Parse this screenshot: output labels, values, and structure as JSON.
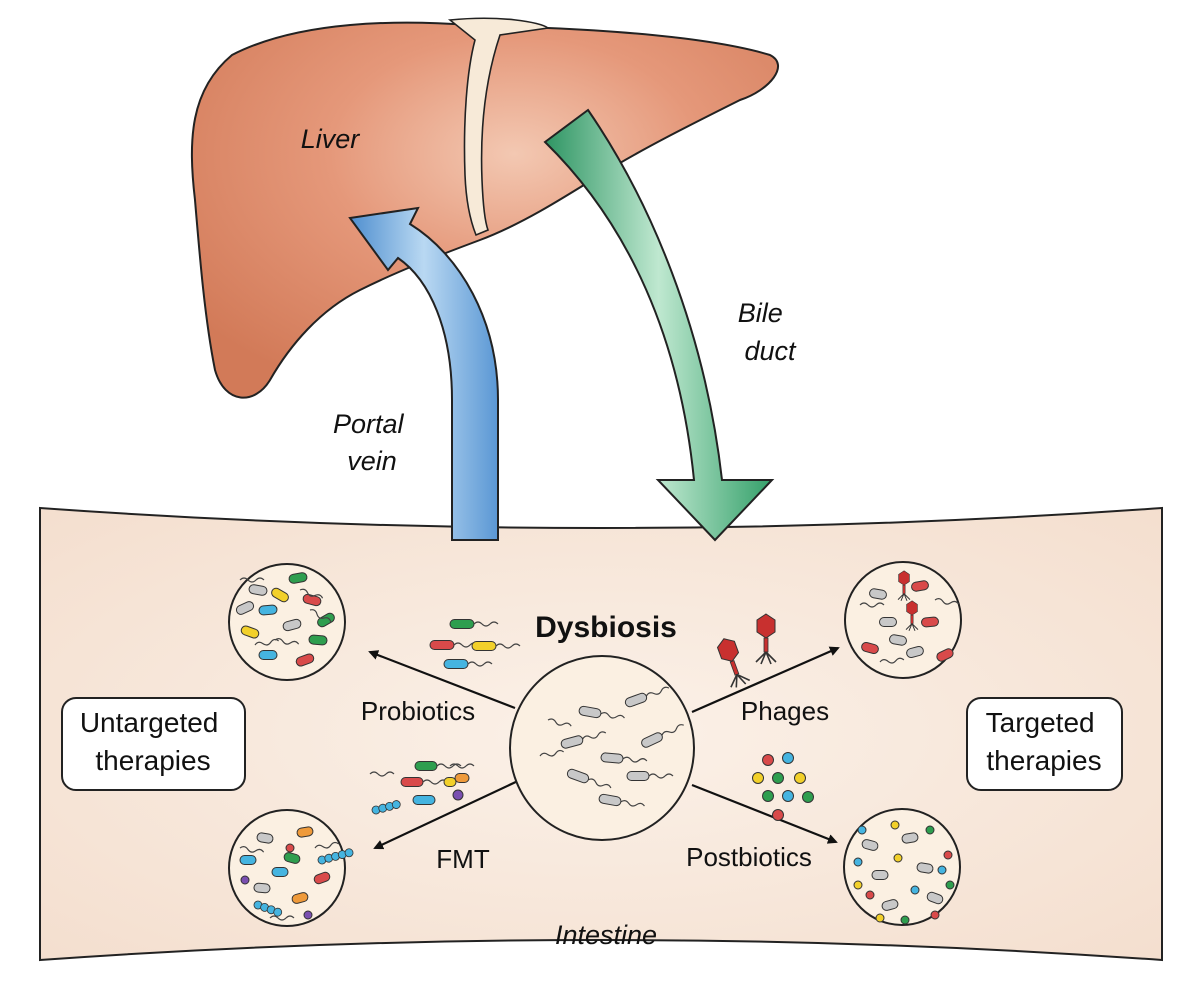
{
  "organs": {
    "liver": "Liver",
    "portal_vein_line1": "Portal",
    "portal_vein_line2": "vein",
    "bile_duct_line1": "Bile",
    "bile_duct_line2": "duct",
    "intestine": "Intestine"
  },
  "center": {
    "title": "Dysbiosis"
  },
  "groups": {
    "untargeted_line1": "Untargeted",
    "untargeted_line2": "therapies",
    "targeted_line1": "Targeted",
    "targeted_line2": "therapies"
  },
  "therapies": {
    "probiotics": "Probiotics",
    "fmt": "FMT",
    "phages": "Phages",
    "postbiotics": "Postbiotics"
  },
  "colors": {
    "liver": "#e2906e",
    "portal_vein": "#6fa8dc",
    "bile_duct": "#3fae78",
    "intestine": "#f6e4d6",
    "circle_fill": "#fbf0e2",
    "bacterium_grey": "#c8c8c8",
    "bacterium_red": "#d94a4a",
    "bacterium_green": "#2e9e4f",
    "bacterium_yellow": "#f2d02a",
    "bacterium_blue": "#45b4e0",
    "bacterium_orange": "#ef9a3a",
    "bacterium_purple": "#7a4fb0",
    "phage": "#c8302f"
  }
}
